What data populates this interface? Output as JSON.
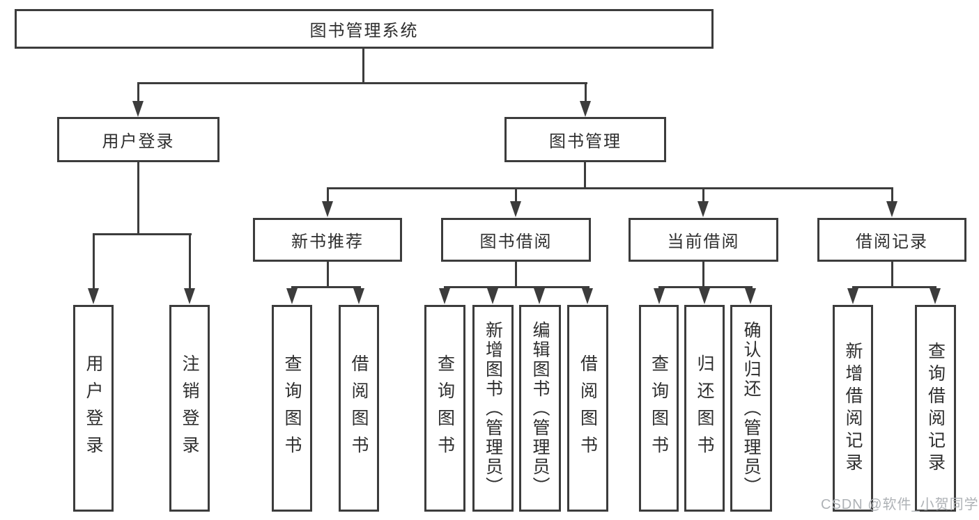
{
  "colors": {
    "background": "#ffffff",
    "line": "#3c3c3c",
    "text": "#2e2e2e",
    "watermark": "#aeb2b6"
  },
  "watermark": {
    "text": "CSDN @软件_小贺同学"
  },
  "diagram": {
    "type": "hierarchy-tree",
    "root": {
      "label": "图书管理系统"
    },
    "branches": [
      {
        "label": "用户登录",
        "children": [
          {
            "label": "用户登录"
          },
          {
            "label": "注销登录"
          }
        ]
      },
      {
        "label": "图书管理",
        "children": [
          {
            "label": "新书推荐",
            "children": [
              {
                "label": "查询图书"
              },
              {
                "label": "借阅图书"
              }
            ]
          },
          {
            "label": "图书借阅",
            "children": [
              {
                "label": "查询图书"
              },
              {
                "label": "新增图书（管理员）"
              },
              {
                "label": "编辑图书（管理员）"
              },
              {
                "label": "借阅图书"
              }
            ]
          },
          {
            "label": "当前借阅",
            "children": [
              {
                "label": "查询图书"
              },
              {
                "label": "归还图书"
              },
              {
                "label": "确认归还（管理员）"
              }
            ]
          },
          {
            "label": "借阅记录",
            "children": [
              {
                "label": "新增借阅记录"
              },
              {
                "label": "查询借阅记录"
              }
            ]
          }
        ]
      }
    ]
  }
}
